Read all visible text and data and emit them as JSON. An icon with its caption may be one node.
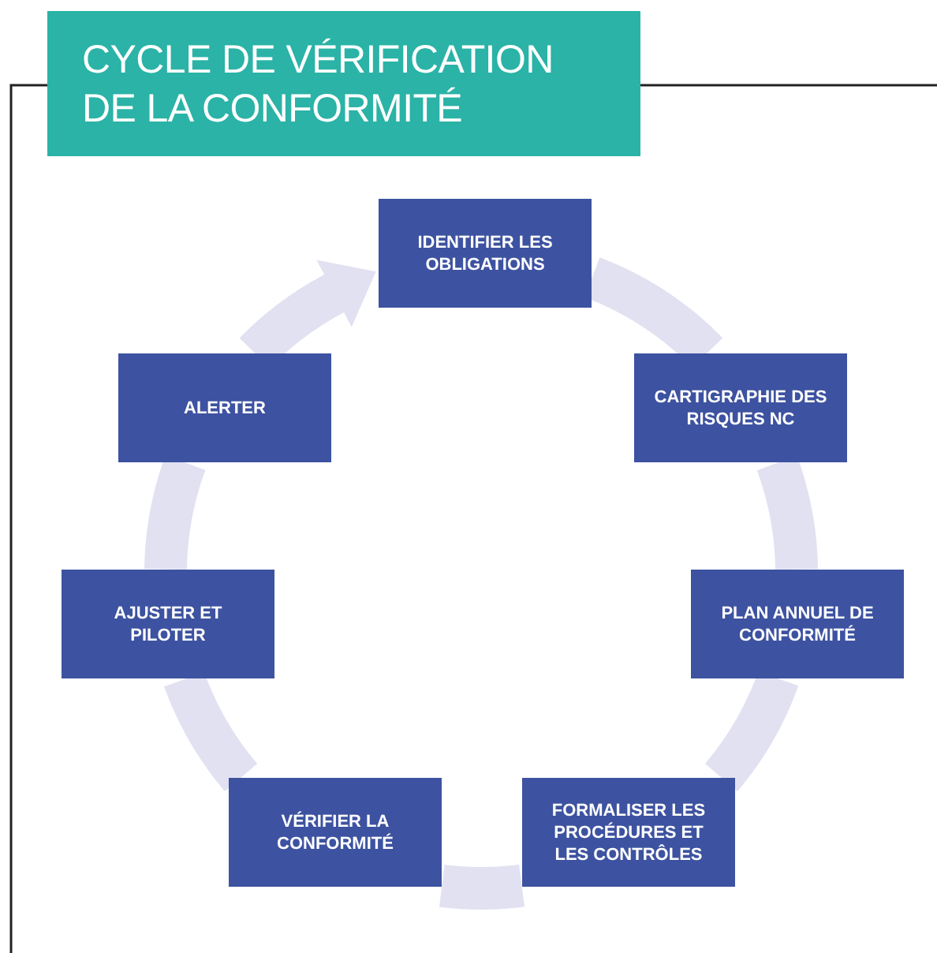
{
  "diagram": {
    "title": "CYCLE DE VÉRIFICATION DE LA CONFORMITÉ",
    "nodes": [
      {
        "text": [
          "IDENTIFIER LES OBLIGATIONS"
        ]
      },
      {
        "text": [
          "CARTIGRAPHIE DES RISQUES NC"
        ]
      },
      {
        "text": [
          "PLAN ANNUEL DE CONFORMITÉ"
        ]
      },
      {
        "text": [
          "FORMALISER LES PROCÉDURES ET LES CONTRÔLES"
        ]
      },
      {
        "text": [
          "VÉRIFIER LA CONFORMITÉ"
        ]
      },
      {
        "text": [
          "AJUSTER ET PILOTER"
        ]
      },
      {
        "text": [
          "ALERTER"
        ]
      }
    ],
    "edges": [
      {
        "from": 0,
        "to": 1,
        "arrow": "none"
      },
      {
        "from": 1,
        "to": 2,
        "arrow": "none"
      },
      {
        "from": 2,
        "to": 3,
        "arrow": "none"
      },
      {
        "from": 3,
        "to": 4,
        "arrow": "none"
      },
      {
        "from": 4,
        "to": 5,
        "arrow": "none"
      },
      {
        "from": 5,
        "to": 6,
        "arrow": "none"
      },
      {
        "from": 6,
        "to": 0,
        "arrow": "to"
      }
    ]
  }
}
